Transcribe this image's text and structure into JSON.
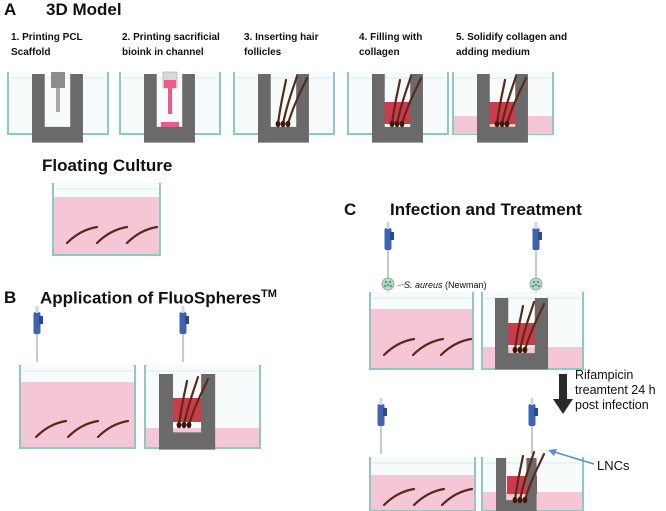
{
  "panels": {
    "a": {
      "letter": "A",
      "title": "3D Model",
      "steps": [
        {
          "line1": "1. Printing PCL",
          "line2": "Scaffold"
        },
        {
          "line1": "2. Printing sacrificial",
          "line2": "bioink in channel"
        },
        {
          "line1": "3. Inserting hair",
          "line2": "follicles"
        },
        {
          "line1": "4. Filling with",
          "line2": "collagen"
        },
        {
          "line1": "5. Solidify collagen and",
          "line2": "adding medium"
        }
      ],
      "floating_title": "Floating Culture"
    },
    "b": {
      "letter": "B",
      "title": "Application of FluoSpheres",
      "title_sup": "TM"
    },
    "c": {
      "letter": "C",
      "title": "Infection and Treatment",
      "bacteria_italic": "S. aureus",
      "bacteria_strain": " (Newman)",
      "treatment_line1": "Rifampicin",
      "treatment_line2": "treamtent 24 h",
      "treatment_line3": "post infection",
      "lnc_label": "LNCs"
    }
  },
  "colors": {
    "scaffold": "#6a6a6a",
    "medium_pink": "#f4c6d6",
    "collagen_red": "#cc3b4c",
    "bioink_pink": "#ef5a8a",
    "hair": "#5a2a16",
    "bacteria": "#b9dcc8",
    "fluosphere": "#c8232c",
    "lnc_orange": "#e0a070",
    "pipette_blue": "#3f63ae",
    "container": "#8fc6c6",
    "arrow_dark": "#2a2a2a",
    "arrow_blue": "#5b8ed0"
  },
  "icons": [
    "pipette-icon",
    "hair-follicle-icon",
    "bacteria-icon",
    "down-arrow-icon",
    "pointer-arrow-icon"
  ]
}
